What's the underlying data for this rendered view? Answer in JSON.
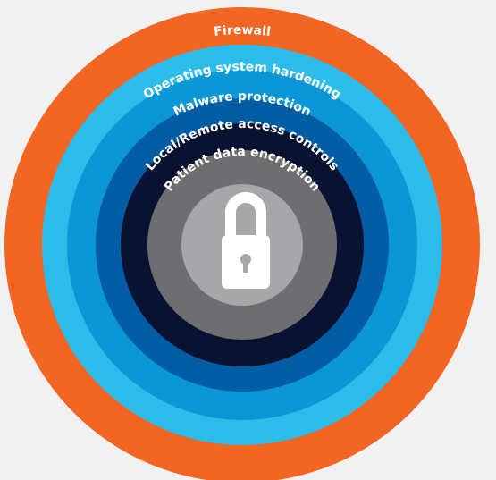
{
  "diagram": {
    "layers": [
      {
        "label": "Firewall",
        "color": "#f26522"
      },
      {
        "label": "Operating system hardening",
        "color": "#2dbbe9"
      },
      {
        "label": "Malware protection",
        "color": "#0b97d5"
      },
      {
        "label": "Local/Remote access controls",
        "color": "#025da5"
      },
      {
        "label": "Patient data encryption",
        "color": "#0a1232"
      }
    ],
    "core": {
      "ring_color": "#6e6e70",
      "center_color": "#a7a7a9",
      "icon": "lock-icon",
      "icon_color": "#ffffff"
    }
  }
}
